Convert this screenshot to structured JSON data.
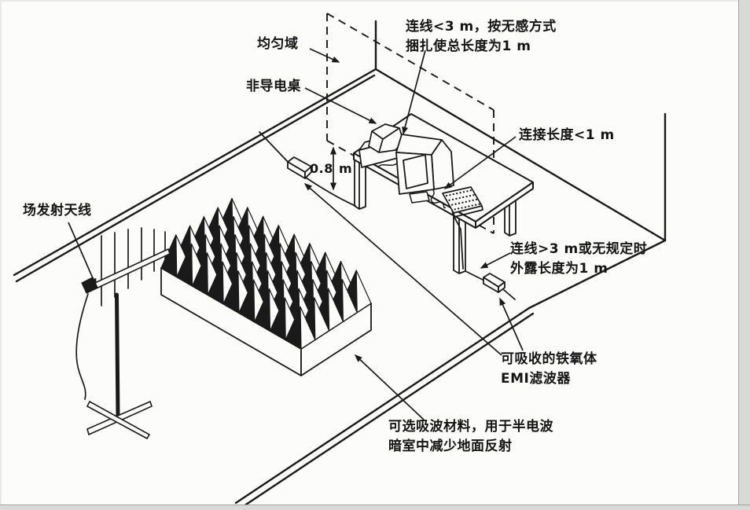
{
  "colors": {
    "ink": "#1a1a1a",
    "paper": "#fcfcfb",
    "page_edge": "#d9d9d8"
  },
  "labels": {
    "uniform_area": "均匀域",
    "nonconductive_table": "非导电桌",
    "cable_under_3m": {
      "line1": "连线<3 m，按无感方式",
      "line2": "捆扎使总长度为1 m"
    },
    "connection_length": "连接长度<1 m",
    "table_height": {
      "value": "0.8",
      "unit": "m"
    },
    "cable_over_3m": {
      "line1": "连线>3 m或无规定时",
      "line2": "外露长度为1 m"
    },
    "ferrite_emi_filter": {
      "line1": "可吸收的铁氧体",
      "line2": "EMI滤波器"
    },
    "optional_absorber": {
      "line1": "可选吸波材料，用于半电波",
      "line2": "暗室中减少地面反射"
    },
    "field_antenna": "场发射天线"
  }
}
